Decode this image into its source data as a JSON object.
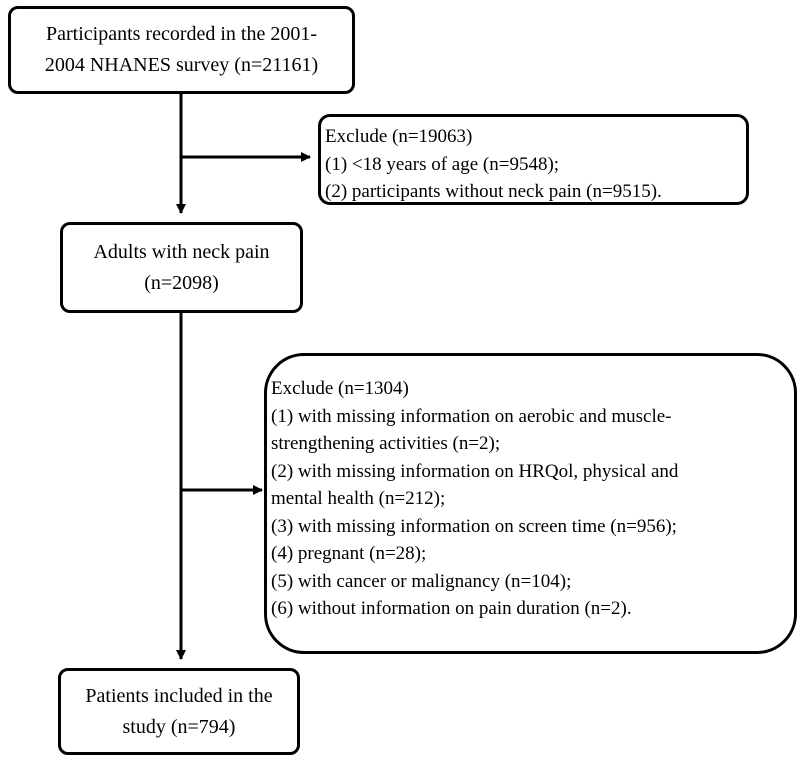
{
  "boxes": {
    "participants": {
      "line1": "Participants recorded in the 2001-",
      "line2": "2004 NHANES survey (n=21161)"
    },
    "exclude1": {
      "title": "Exclude (n=19063)",
      "items": [
        "(1) <18 years of age (n=9548);",
        "(2) participants without neck pain (n=9515)."
      ]
    },
    "adults": {
      "line1": "Adults with neck pain",
      "line2": "(n=2098)"
    },
    "exclude2": {
      "title": "Exclude (n=1304)",
      "lines": [
        "(1) with missing information on aerobic and muscle-",
        "strengthening activities (n=2);",
        "(2) with missing information on HRQol, physical and",
        "mental health (n=212);",
        "(3) with missing information on screen time (n=956);",
        "(4) pregnant (n=28);",
        "(5) with cancer or malignancy (n=104);",
        "(6) without information on pain duration (n=2)."
      ]
    },
    "patients": {
      "line1": "Patients included in the",
      "line2": "study  (n=794)"
    }
  }
}
